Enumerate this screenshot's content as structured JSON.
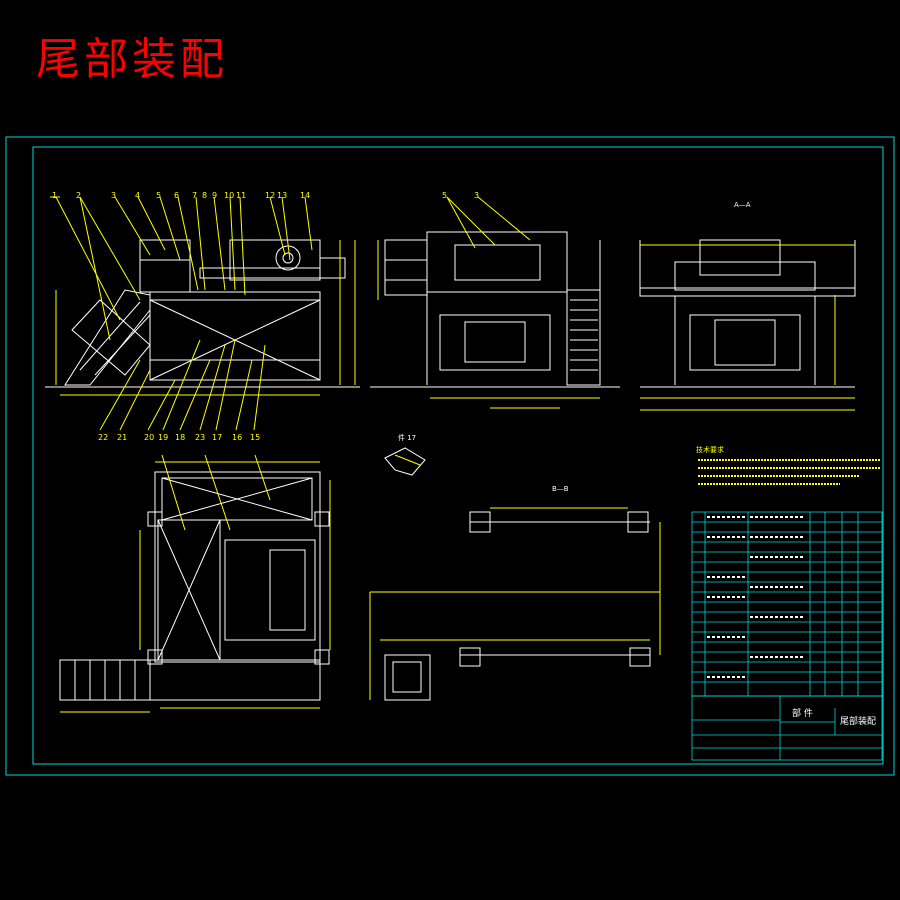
{
  "header": {
    "title": "尾部装配"
  },
  "colors": {
    "background": "#000000",
    "title": "#ff0000",
    "border": "#00d8d8",
    "outline": "#ffffff",
    "dimension": "#ffff00"
  },
  "part_callouts_top": [
    "1",
    "2",
    "3",
    "4",
    "5",
    "6",
    "7",
    "8",
    "9",
    "10",
    "11",
    "12",
    "13",
    "14"
  ],
  "part_callouts_bottom": [
    "22",
    "21",
    "20",
    "19",
    "18",
    "23",
    "17",
    "16",
    "15"
  ],
  "middle_view_callouts": [
    "5",
    "3"
  ],
  "section_labels": {
    "side_view": "A—A",
    "section_b": "B—B",
    "detail": "件 17"
  },
  "tech_requirements_title": "技术要求",
  "title_block": {
    "name": "部 件",
    "drawing_title": "尾部装配"
  }
}
